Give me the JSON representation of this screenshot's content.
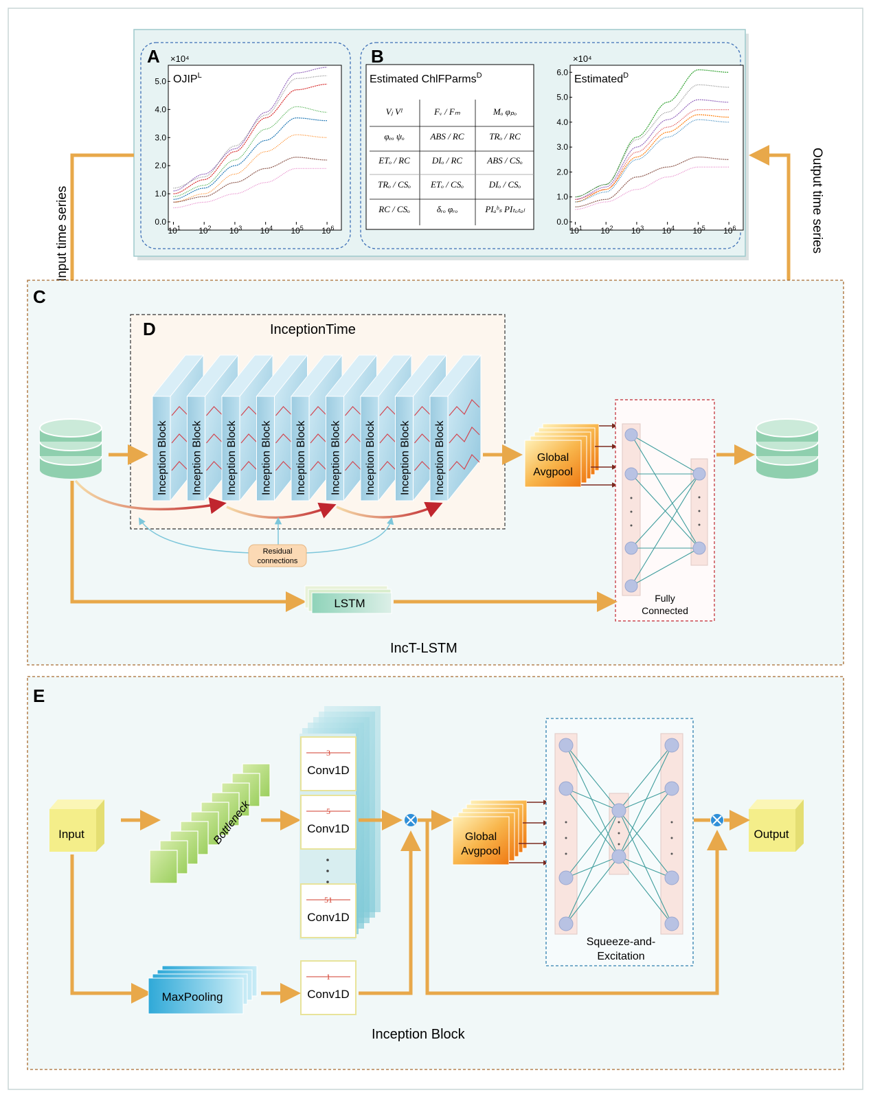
{
  "panels": {
    "A": {
      "letter": "A",
      "exponent_label": "×10⁴",
      "title": "OJIP",
      "title_sup": "L",
      "y_ticks": [
        "0.0",
        "1.0",
        "2.0",
        "3.0",
        "4.0",
        "5.0"
      ],
      "x_ticks": [
        {
          "base": "10",
          "exp": "1"
        },
        {
          "base": "10",
          "exp": "2"
        },
        {
          "base": "10",
          "exp": "3"
        },
        {
          "base": "10",
          "exp": "4"
        },
        {
          "base": "10",
          "exp": "5"
        },
        {
          "base": "10",
          "exp": "6"
        }
      ]
    },
    "B": {
      "letter": "B",
      "table_title": "Estimated ChlFParms",
      "table_title_sup": "D",
      "table_rows": [
        [
          "Vⱼ    Vᴵ",
          "Fᵥ / Fₘ",
          "Mₒ   φₚₒ"
        ],
        [
          "φₑₒ   ψₒ",
          "ABS / RC",
          "TRₒ / RC"
        ],
        [
          "ETₒ / RC",
          "DIₒ / RC",
          "ABS / CSₒ"
        ],
        [
          "TRₒ / CSₒ",
          "ETₒ / CSₒ",
          "DIₒ / CSₒ"
        ],
        [
          "RC / CSₒ",
          "δᵣₒ   φᵣₒ",
          "PIₐᵇₛ   PIₜₒₜₐₗ"
        ]
      ],
      "exponent_label": "×10⁴",
      "chart_title": "Estimated",
      "chart_title_sup": "D",
      "y_ticks": [
        "0.0",
        "1.0",
        "2.0",
        "3.0",
        "4.0",
        "5.0",
        "6.0"
      ],
      "x_ticks": [
        {
          "base": "10",
          "exp": "1"
        },
        {
          "base": "10",
          "exp": "2"
        },
        {
          "base": "10",
          "exp": "3"
        },
        {
          "base": "10",
          "exp": "4"
        },
        {
          "base": "10",
          "exp": "5"
        },
        {
          "base": "10",
          "exp": "6"
        }
      ]
    },
    "C": {
      "letter": "C",
      "caption": "IncT-LSTM"
    },
    "D": {
      "letter": "D",
      "title": "InceptionTime",
      "block_label": "Inception Block",
      "residual_label_1": "Residual",
      "residual_label_2": "connections",
      "global_pool_1": "Global",
      "global_pool_2": "Avgpool",
      "fc_label_1": "Fully",
      "fc_label_2": "Connected",
      "lstm_label": "LSTM"
    },
    "E": {
      "letter": "E",
      "caption": "Inception Block",
      "input_label": "Input",
      "output_label": "Output",
      "bottleneck_label": "Bottleneck",
      "conv_label": "Conv1D",
      "kernels": [
        "3",
        "5",
        "51",
        "1"
      ],
      "maxpool_label": "MaxPooling",
      "global_pool_1": "Global",
      "global_pool_2": "Avgpool",
      "se_label_1": "Squeeze-and-",
      "se_label_2": "Excitation"
    }
  },
  "side_labels": {
    "input": "Input time series",
    "output": "Output time series"
  },
  "colors": {
    "arrow": "#e8a84a",
    "top_panel_bg": "#e7f3f3",
    "block_blue": "#a9d3e6",
    "signal_red": "#d2454f",
    "teal_line": "#3d9c9c",
    "node": "#b8c2e3",
    "db_green": "#8fcfae"
  },
  "chart_data": [
    {
      "type": "line",
      "panel": "A",
      "title": "OJIP",
      "xscale": "log",
      "x": [
        10,
        100,
        1000,
        10000,
        100000,
        1000000
      ],
      "ylabel": "×10⁴",
      "ylim": [
        0,
        5.5
      ],
      "series": [
        {
          "color": "#9467bd",
          "values": [
            1.1,
            1.7,
            2.6,
            3.9,
            5.3,
            5.5
          ]
        },
        {
          "color": "#7f7f7f",
          "values": [
            1.2,
            1.6,
            2.7,
            3.8,
            5.1,
            5.2
          ]
        },
        {
          "color": "#d62728",
          "values": [
            1.0,
            1.5,
            2.5,
            3.7,
            4.7,
            4.9
          ]
        },
        {
          "color": "#2ca02c",
          "values": [
            0.9,
            1.3,
            2.2,
            3.3,
            4.1,
            3.9
          ]
        },
        {
          "color": "#1f77b4",
          "values": [
            0.8,
            1.2,
            2.0,
            2.9,
            3.7,
            3.6
          ]
        },
        {
          "color": "#ff7f0e",
          "values": [
            0.7,
            1.0,
            1.7,
            2.5,
            3.1,
            3.0
          ]
        },
        {
          "color": "#8c564b",
          "values": [
            0.7,
            0.9,
            1.4,
            1.9,
            2.3,
            2.2
          ]
        },
        {
          "color": "#e377c2",
          "values": [
            0.5,
            0.7,
            1.0,
            1.4,
            1.9,
            1.9
          ]
        }
      ]
    },
    {
      "type": "line",
      "panel": "B",
      "title": "Estimated",
      "xscale": "log",
      "x": [
        10,
        100,
        1000,
        10000,
        100000,
        1000000
      ],
      "ylabel": "×10⁴",
      "ylim": [
        0,
        6.2
      ],
      "series": [
        {
          "color": "#2ca02c",
          "values": [
            1.0,
            1.5,
            3.4,
            4.8,
            6.1,
            6.0
          ]
        },
        {
          "color": "#7f7f7f",
          "values": [
            1.0,
            1.5,
            3.3,
            4.4,
            5.5,
            5.4
          ]
        },
        {
          "color": "#9467bd",
          "values": [
            0.9,
            1.4,
            3.0,
            4.1,
            4.9,
            4.8
          ]
        },
        {
          "color": "#d62728",
          "values": [
            0.9,
            1.3,
            2.8,
            3.8,
            4.5,
            4.5
          ]
        },
        {
          "color": "#ff7f0e",
          "values": [
            0.8,
            1.3,
            2.6,
            3.6,
            4.3,
            4.2
          ]
        },
        {
          "color": "#1f77b4",
          "values": [
            0.8,
            1.2,
            2.5,
            3.4,
            4.1,
            4.0
          ]
        },
        {
          "color": "#8c564b",
          "values": [
            0.6,
            0.9,
            1.8,
            2.2,
            2.6,
            2.5
          ]
        },
        {
          "color": "#e377c2",
          "values": [
            0.5,
            0.8,
            1.3,
            1.8,
            2.2,
            2.2
          ]
        }
      ]
    }
  ]
}
